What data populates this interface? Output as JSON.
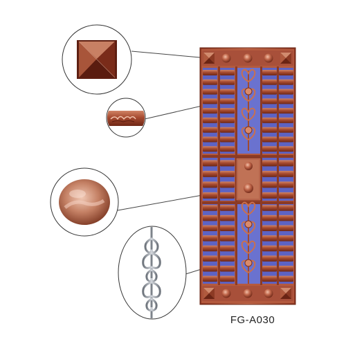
{
  "product": {
    "model_code": "FG-A030"
  },
  "colors": {
    "copper_dark": "#7a2f1c",
    "copper": "#b4563a",
    "copper_light": "#d98a6a",
    "panel_blue": "#6a72cf",
    "panel_blue_dark": "#4f56b0",
    "ironwork": "#9aa0a8",
    "callout_line": "#444444"
  },
  "callouts": [
    {
      "name": "pyramid-corner-stud-detail"
    },
    {
      "name": "flame-ornament-bar-detail"
    },
    {
      "name": "round-boss-detail"
    },
    {
      "name": "wrought-iron-baluster-detail"
    }
  ]
}
